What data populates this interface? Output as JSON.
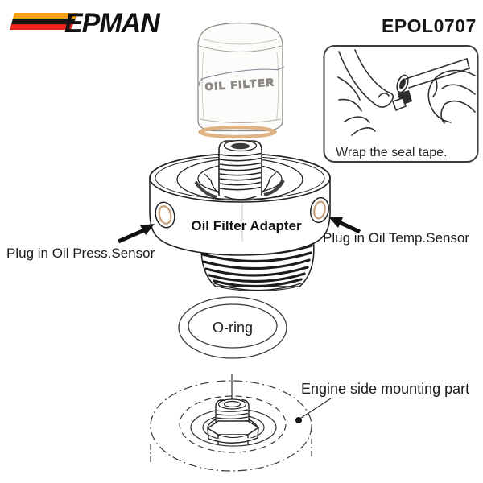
{
  "header": {
    "brand": "EPMAN",
    "product_code": "EPOL0707"
  },
  "inset": {
    "caption": "Wrap the seal tape."
  },
  "diagram": {
    "filter_label": "OIL FILTER",
    "adapter_label": "Oil Filter Adapter",
    "left_sensor_label": "Plug in Oil Press.Sensor",
    "right_sensor_label": "Plug in Oil Temp.Sensor",
    "oring_label": "O-ring",
    "engine_label": "Engine side mounting part"
  },
  "colors": {
    "stripe_orange": "#F5A11C",
    "stripe_black": "#151515",
    "stripe_red": "#E4251C",
    "gasket_tan": "#E0B386",
    "port_tan": "#C89F79",
    "ink": "#2b2b2b",
    "filter_ink": "#8d8598"
  }
}
